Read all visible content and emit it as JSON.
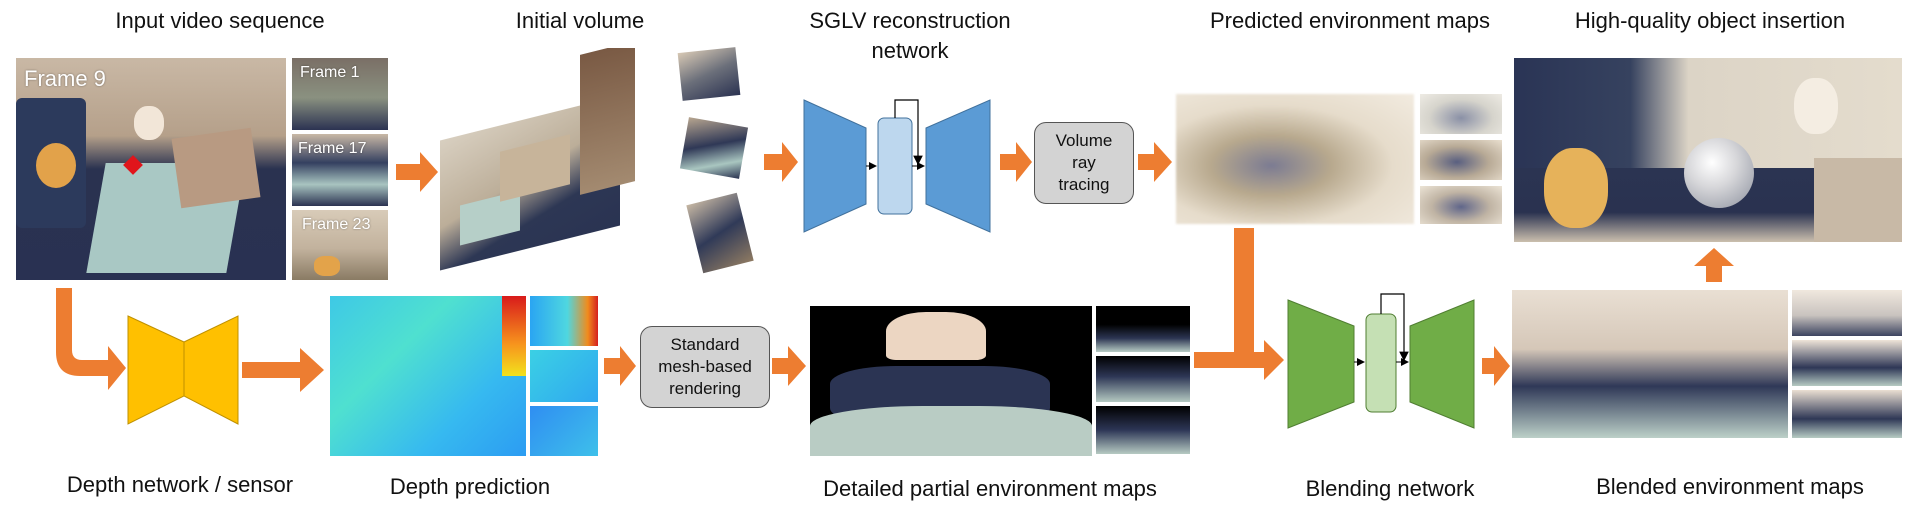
{
  "labels": {
    "input_video": "Input video sequence",
    "initial_volume": "Initial volume",
    "sglv_net": "SGLV reconstruction\nnetwork",
    "predicted_env": "Predicted environment maps",
    "hq_insertion": "High-quality object insertion",
    "depth_net": "Depth network / sensor",
    "depth_pred": "Depth prediction",
    "partial_env": "Detailed partial environment maps",
    "blending_net": "Blending network",
    "blended_env": "Blended environment maps"
  },
  "frames": {
    "main": "Frame 9",
    "f1": "Frame 1",
    "f17": "Frame 17",
    "f23": "Frame 23"
  },
  "boxes": {
    "volume_ray": "Volume\nray\ntracing",
    "mesh_render": "Standard\nmesh-based\nrendering"
  },
  "colors": {
    "arrow": "#ed7d31",
    "sglv_blue": "#5b9bd5",
    "sglv_latent": "#bdd7ee",
    "depth_yellow": "#ffc000",
    "blend_green": "#70ad47",
    "blend_latent": "#c5e0b4"
  }
}
